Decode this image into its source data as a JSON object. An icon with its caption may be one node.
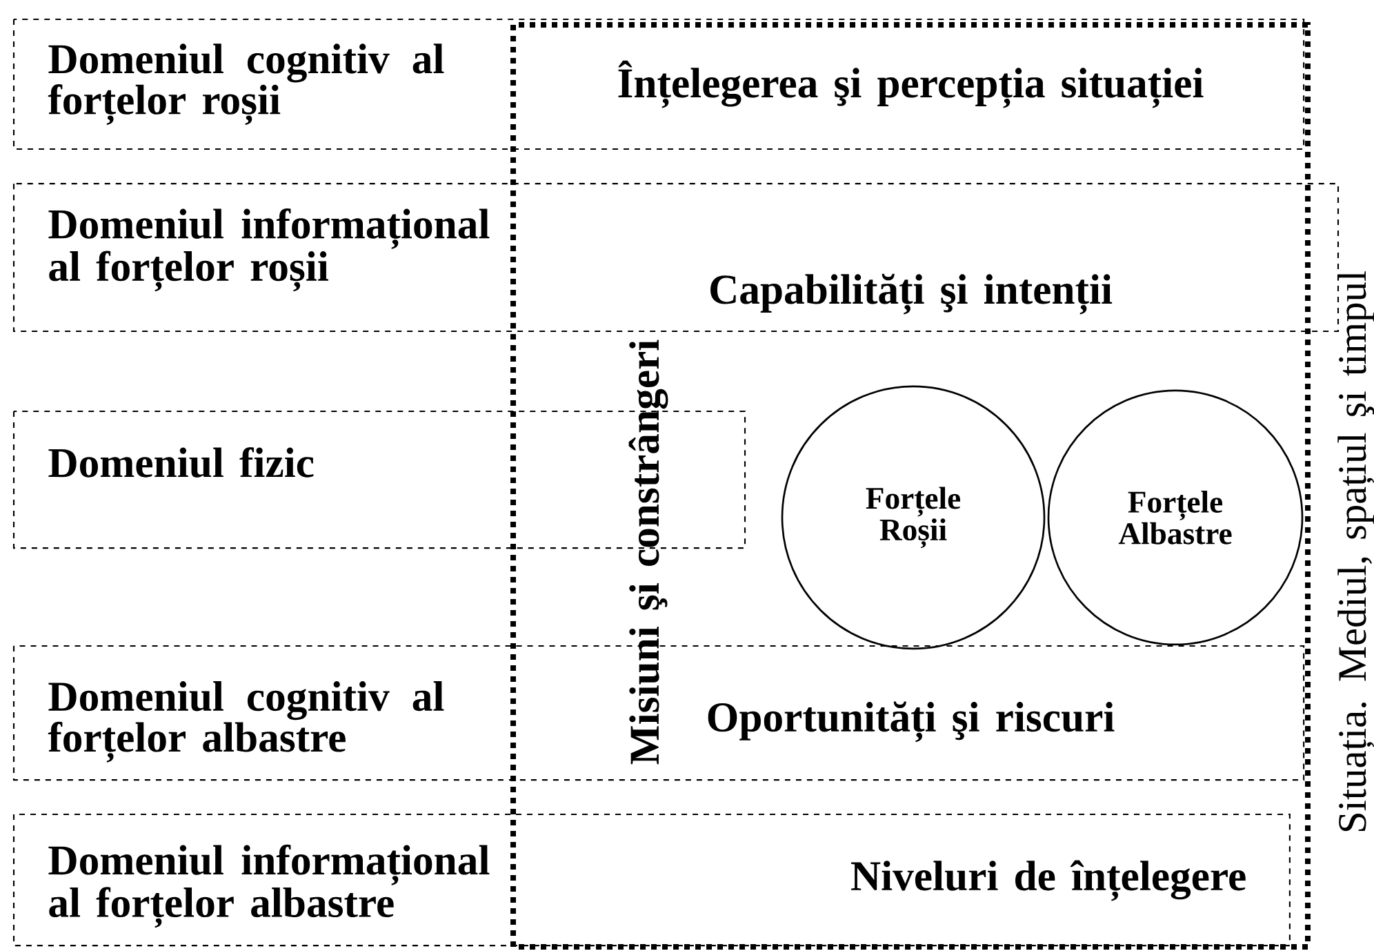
{
  "diagram": {
    "nodes": [
      {
        "text": [
          "Misiuni şi constrângeri"
        ]
      },
      {
        "text": [
          "Domeniul cognitiv al forțelor roșii",
          "Înțelegerea şi percepția situației"
        ]
      },
      {
        "text": [
          "Domeniul informațional al forțelor roșii",
          "Capabilități şi intenții"
        ]
      },
      {
        "text": [
          "Domeniul fizic"
        ]
      },
      {
        "text": [
          "Domeniul cognitiv al forțelor albastre",
          "Oportunități şi riscuri"
        ]
      },
      {
        "text": [
          "Domeniul informațional al forțelor albastre",
          "Niveluri de înțelegere"
        ]
      },
      {
        "text": [
          "Forțele Roșii"
        ],
        "in": 0
      },
      {
        "text": [
          "Forțele Albastre"
        ],
        "in": 0
      }
    ],
    "labels": [
      "Situația. Mediul, spațiul şi timpul"
    ]
  }
}
